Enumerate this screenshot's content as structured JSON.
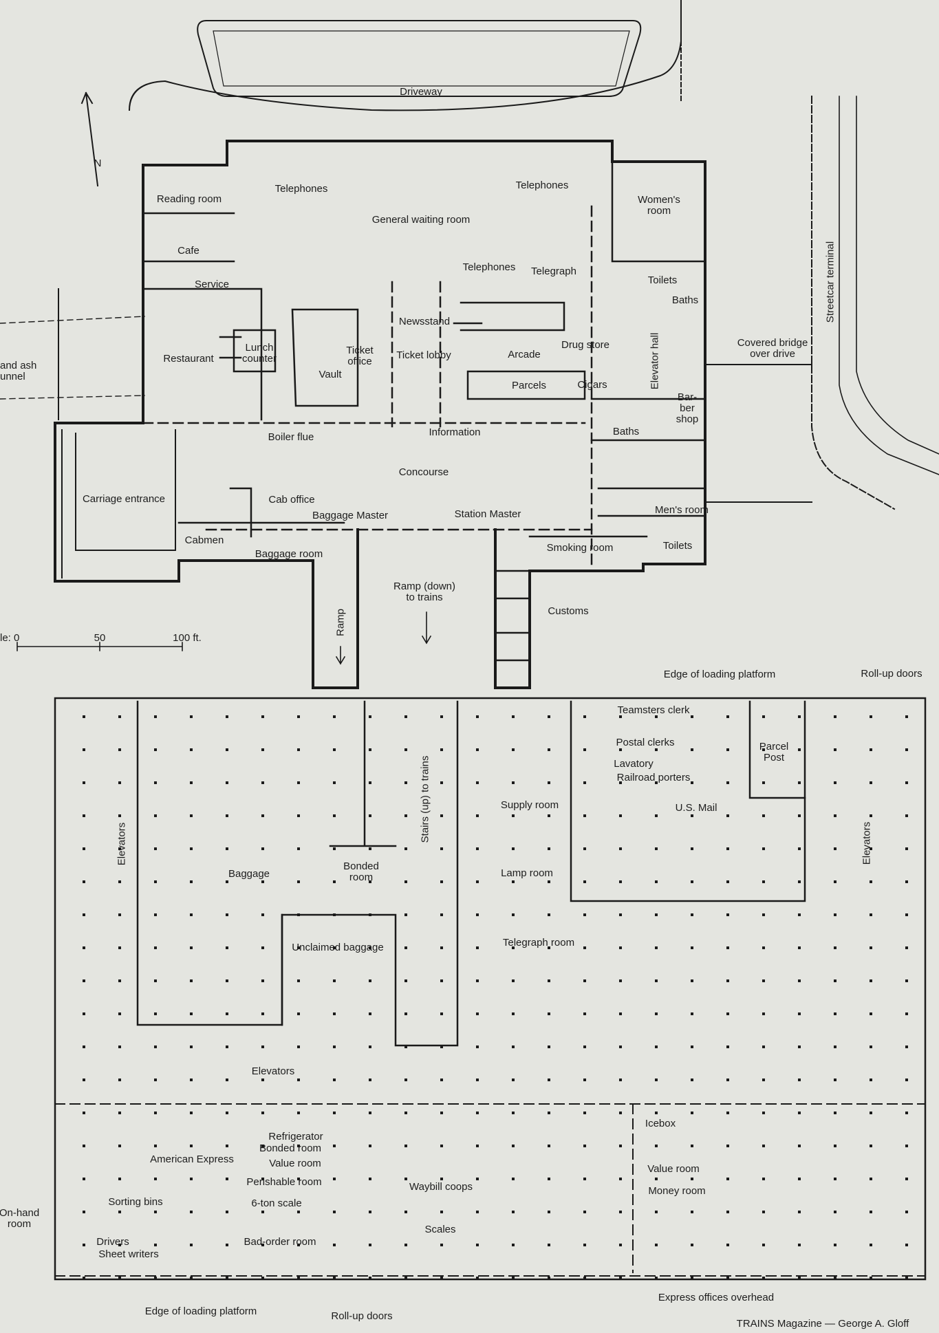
{
  "labels": {
    "driveway": "Driveway",
    "north_arrow": "N",
    "telephones_1": "Telephones",
    "telephones_2": "Telephones",
    "telephones_3": "Telephones",
    "reading_room": "Reading room",
    "general_waiting_room": "General waiting room",
    "womens_room": "Women's\nroom",
    "cafe": "Cafe",
    "service": "Service",
    "telegraph": "Telegraph",
    "toilets_1": "Toilets",
    "baths_1": "Baths",
    "streetcar_terminal": "Streetcar terminal",
    "newsstand": "Newsstand",
    "restaurant": "Restaurant",
    "lunch_counter": "Lunch\ncounter",
    "ticket_office": "Ticket\noffice",
    "ticket_lobby": "Ticket lobby",
    "arcade": "Arcade",
    "drug_store": "Drug store",
    "elevator_hall": "Elevator hall",
    "covered_bridge": "Covered bridge\nover drive",
    "vault": "Vault",
    "coal_tunnel": "and ash\nunnel",
    "parcels": "Parcels",
    "cigars": "Cigars",
    "barber_shop": "Bar-\nber\nshop",
    "boiler_flue": "Boiler flue",
    "information": "Information",
    "baths_2": "Baths",
    "concourse": "Concourse",
    "carriage_entrance": "Carriage entrance",
    "cab_office": "Cab office",
    "baggage_master": "Baggage Master",
    "station_master": "Station Master",
    "mens_room": "Men's room",
    "cabmen": "Cabmen",
    "baggage_room": "Baggage room",
    "smoking_room": "Smoking room",
    "toilets_2": "Toilets",
    "ramp_down": "Ramp (down)\nto trains",
    "customs": "Customs",
    "ramp": "Ramp",
    "scale": "le: 0",
    "scale_50": "50",
    "scale_100": "100 ft.",
    "edge_loading_top": "Edge of loading platform",
    "rollup_top": "Roll-up doors",
    "teamsters_clerk": "Teamsters clerk",
    "postal_clerks": "Postal clerks",
    "parcel_post": "Parcel\nPost",
    "lavatory": "Lavatory",
    "railroad_porters": "Railroad porters",
    "stairs_up": "Stairs (up) to trains",
    "elevators_left": "Elevators",
    "supply_room": "Supply room",
    "us_mail": "U.S. Mail",
    "elevators_right": "Elevators",
    "baggage": "Baggage",
    "bonded_room_1": "Bonded\nroom",
    "lamp_room": "Lamp room",
    "unclaimed_baggage": "Unclaimed baggage",
    "telegraph_room": "Telegraph room",
    "elevators_mid": "Elevators",
    "icebox": "Icebox",
    "refrigerator": "Refrigerator",
    "bonded_room_2": "Bonded room",
    "american_express": "American Express",
    "value_room_1": "Value room",
    "value_room_2": "Value room",
    "perishable_room": "Perishable room",
    "waybill_coops": "Waybill coops",
    "money_room": "Money room",
    "sorting_bins": "Sorting bins",
    "six_ton_scale": "6-ton scale",
    "on_hand_room": "On-hand\nroom",
    "scales": "Scales",
    "drivers": "Drivers",
    "bad_order_room": "Bad-order room",
    "sheet_writers": "Sheet writers",
    "edge_loading_bottom": "Edge of loading platform",
    "rollup_bottom": "Roll-up doors",
    "express_offices": "Express offices overhead",
    "credit": "TRAINS Magazine — George A. Gloff"
  }
}
